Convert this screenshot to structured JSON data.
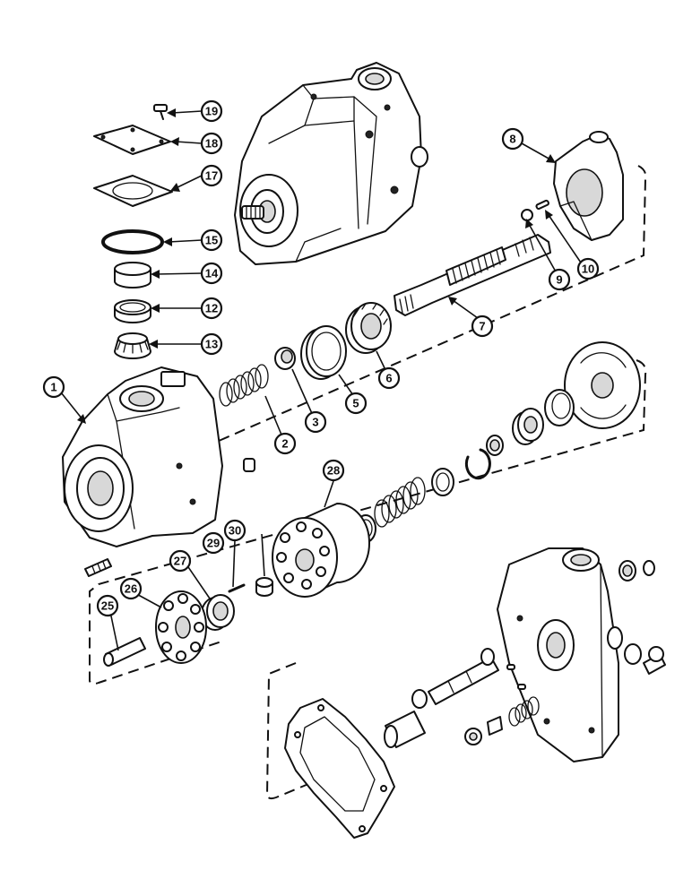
{
  "callouts": [
    "1",
    "2",
    "3",
    "5",
    "6",
    "7",
    "8",
    "9",
    "10",
    "12",
    "13",
    "14",
    "15",
    "17",
    "18",
    "19",
    "25",
    "26",
    "27",
    "28",
    "29",
    "30"
  ]
}
